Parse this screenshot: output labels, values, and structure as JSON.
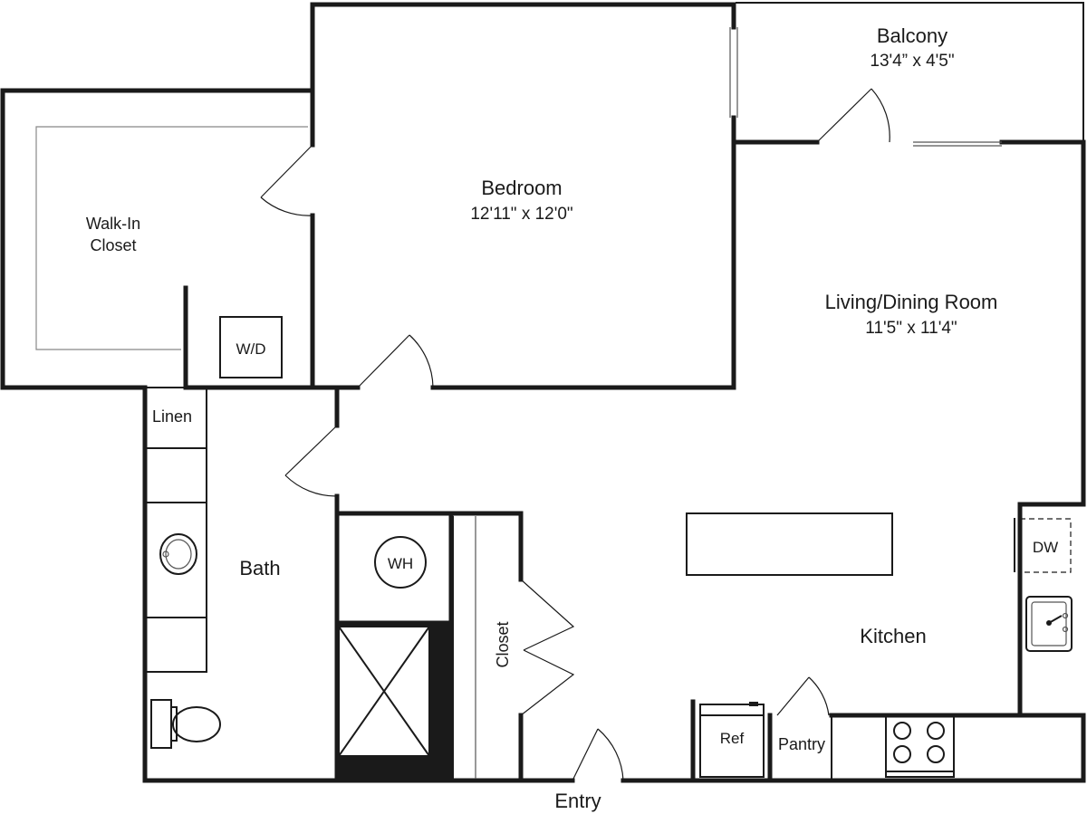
{
  "rooms": {
    "balcony": {
      "name": "Balcony",
      "dims": "13'4” x 4'5\""
    },
    "bedroom": {
      "name": "Bedroom",
      "dims": "12'11\" x 12'0\""
    },
    "living": {
      "name": "Living/Dining Room",
      "dims": "11'5\" x 11'4\""
    },
    "closet_walkin": {
      "line1": "Walk-In",
      "line2": "Closet"
    },
    "bath": {
      "name": "Bath"
    },
    "kitchen": {
      "name": "Kitchen"
    },
    "closet": {
      "name": "Closet"
    },
    "linen": {
      "name": "Linen"
    },
    "pantry": {
      "name": "Pantry"
    },
    "entry": {
      "name": "Entry"
    }
  },
  "fixtures": {
    "washer_dryer": "W/D",
    "water_heater": "WH",
    "dishwasher": "DW",
    "refrigerator": "Ref"
  }
}
